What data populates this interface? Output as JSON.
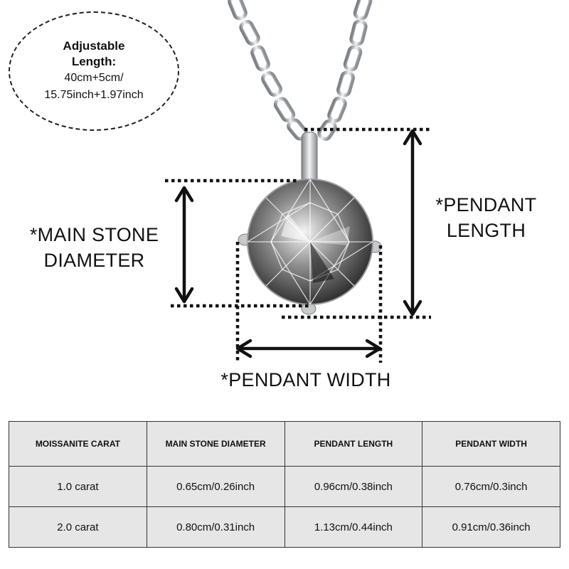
{
  "callout": {
    "title_line1": "Adjustable",
    "title_line2": "Length:",
    "line3": "40cm+5cm/",
    "line4": "15.75inch+1.97inch"
  },
  "labels": {
    "stone_line1": "*MAIN STONE",
    "stone_line2": "DIAMETER",
    "length_line1": "*PENDANT",
    "length_line2": "LENGTH",
    "width": "*PENDANT WIDTH"
  },
  "table": {
    "headers": [
      "MOISSANITE CARAT",
      "MAIN STONE DIAMETER",
      "PENDANT LENGTH",
      "PENDANT WIDTH"
    ],
    "rows": [
      [
        "1.0 carat",
        "0.65cm/0.26inch",
        "0.96cm/0.38inch",
        "0.76cm/0.3inch"
      ],
      [
        "2.0 carat",
        "0.80cm/0.31inch",
        "1.13cm/0.44inch",
        "0.91cm/0.36inch"
      ]
    ]
  },
  "colors": {
    "table_background": "#e6e6e6",
    "metal": "#b9bcc0",
    "ink": "#111111"
  }
}
